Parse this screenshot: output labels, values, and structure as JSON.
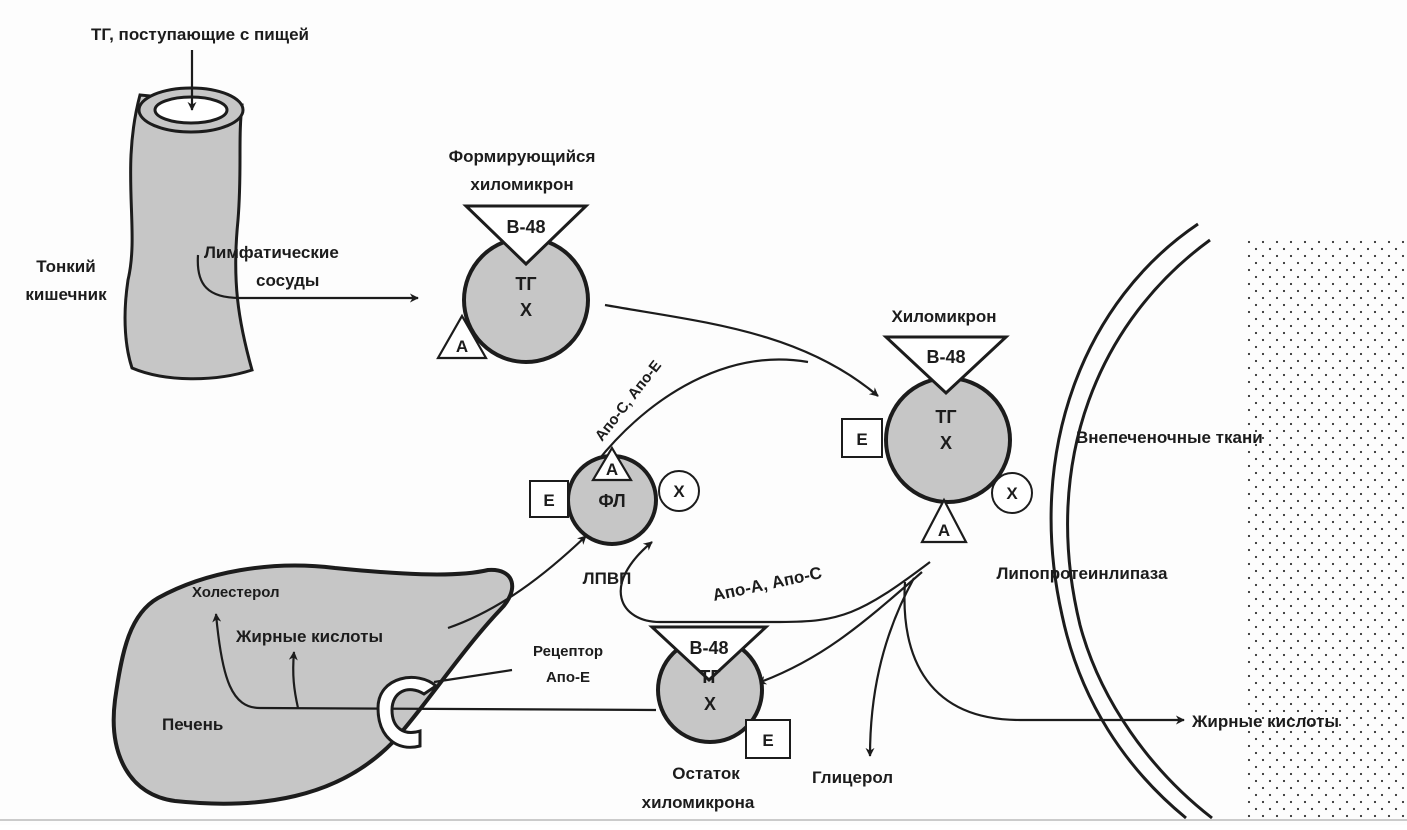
{
  "labels": {
    "dietary_tg": "ТГ, поступающие с пищей",
    "small_intestine_1": "Тонкий",
    "small_intestine_2": "кишечник",
    "lymphatic_1": "Лимфатические",
    "lymphatic_2": "сосуды",
    "nascent_chylomicron_1": "Формирующийся",
    "nascent_chylomicron_2": "хиломикрон",
    "chylomicron": "Хиломикрон",
    "extrahepatic_tissues": "Внепеченочные ткани",
    "lipoprotein_lipase": "Липопротеинлипаза",
    "hdl": "ЛПВП",
    "apo_c_apo_e": "Апо-C, Апо-E",
    "apo_a_apo_c": "Апо-A,  Апо-C",
    "cholesterol": "Холестерол",
    "liver_fatty_acids": "Жирные кислоты",
    "liver": "Печень",
    "receptor_1": "Рецептор",
    "receptor_2": "Апо-E",
    "remnant_1": "Остаток",
    "remnant_2": "хиломикрона",
    "glycerol": "Глицерол",
    "fatty_acids_out": "Жирные кислоты"
  },
  "particles": {
    "nascent": {
      "apo_b": "B-48",
      "core_1": "ТГ",
      "core_2": "Х",
      "apo_side": "A"
    },
    "chylomicron": {
      "apo_b": "B-48",
      "core_1": "ТГ",
      "core_2": "Х",
      "apo_e": "E",
      "apo_x": "X",
      "apo_a": "A"
    },
    "hdl": {
      "core": "ФЛ",
      "apo_e": "E",
      "apo_a": "A",
      "apo_x": "X"
    },
    "remnant": {
      "apo_b": "B-48",
      "core_1": "ТГ",
      "core_2": "Х",
      "apo_e": "E"
    }
  },
  "colors": {
    "shape_fill": "#c6c6c6",
    "ink": "#1c1c1c",
    "background": "#fdfdfd"
  }
}
